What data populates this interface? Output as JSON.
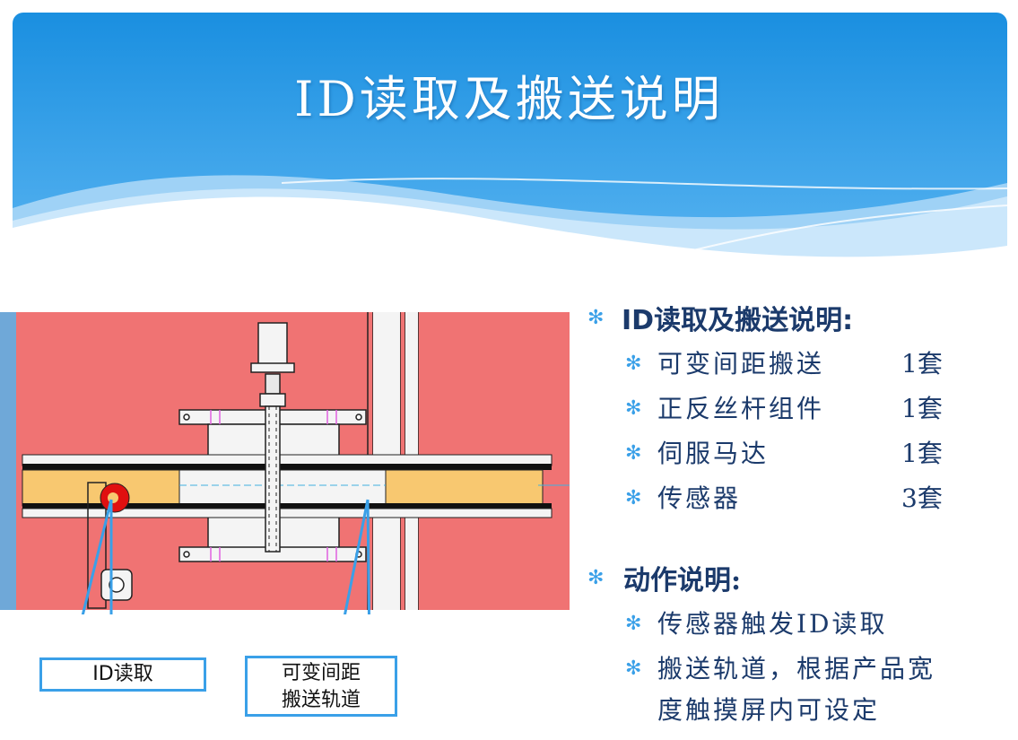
{
  "title": "ID读取及搬送说明",
  "callouts": {
    "id_read": "ID读取",
    "track_line1": "可变间距",
    "track_line2": "搬送轨道"
  },
  "section1": {
    "heading": "ID读取及搬送说明:",
    "items": [
      {
        "name": "可变间距搬送",
        "qty": "1套"
      },
      {
        "name": "正反丝杆组件",
        "qty": "1套"
      },
      {
        "name": "伺服马达",
        "qty": "1套"
      },
      {
        "name": "传感器",
        "qty": "3套"
      }
    ]
  },
  "section2": {
    "heading": "动作说明:",
    "items": [
      "传感器触发ID读取",
      "搬送轨道，根据产品宽",
      "度触摸屏内可设定"
    ]
  },
  "colors": {
    "header_blue": "#1e90e0",
    "diagram_red": "#f07070",
    "rail_yellow": "#f8c870",
    "accent": "#3aa0e8",
    "text": "#1b3a6b"
  }
}
